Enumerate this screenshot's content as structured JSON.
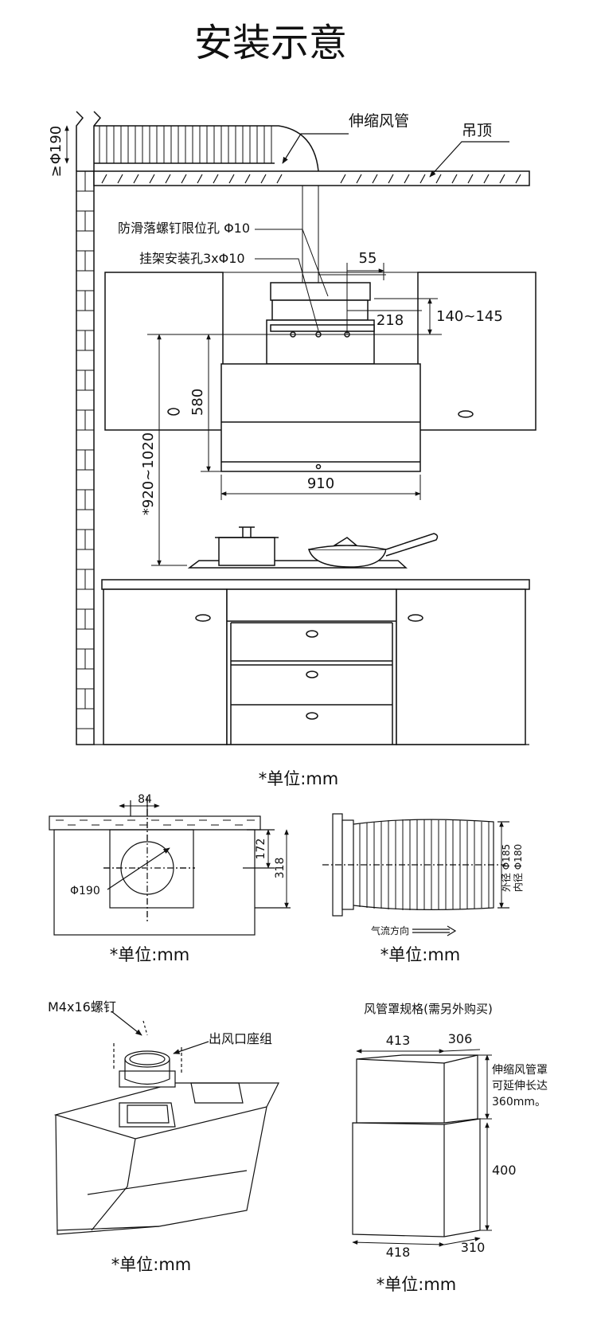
{
  "title": "安装示意",
  "main": {
    "duct_dia": "Φ190",
    "ge_mark": "≥",
    "flex_duct": "伸缩风管",
    "ceiling": "吊顶",
    "screw_hole": "防滑落螺钉限位孔 Φ10",
    "bracket_holes": "挂架安装孔3xΦ10",
    "dim_55": "55",
    "dim_218": "218",
    "dim_140_145": "140~145",
    "dim_580": "580",
    "dim_920_1020": "*920~1020",
    "dim_910": "910",
    "unit": "*单位:mm"
  },
  "mid_left": {
    "dim_84": "84",
    "dim_172": "172",
    "dim_318": "318",
    "phi190": "Φ190",
    "unit": "*单位:mm"
  },
  "mid_right": {
    "outer": "外径 Φ185",
    "inner": "内径 Φ180",
    "airflow": "气流方向",
    "unit": "*单位:mm"
  },
  "bottom_left": {
    "screw": "M4x16螺钉",
    "outlet": "出风口座组",
    "unit": "*单位:mm"
  },
  "bottom_right": {
    "title": "风管罩规格(需另外购买)",
    "dim_413": "413",
    "dim_306": "306",
    "note1": "伸缩风管罩",
    "note2": "可延伸长达",
    "note3": "360mm。",
    "dim_400": "400",
    "dim_418": "418",
    "dim_310": "310",
    "unit": "*单位:mm"
  }
}
